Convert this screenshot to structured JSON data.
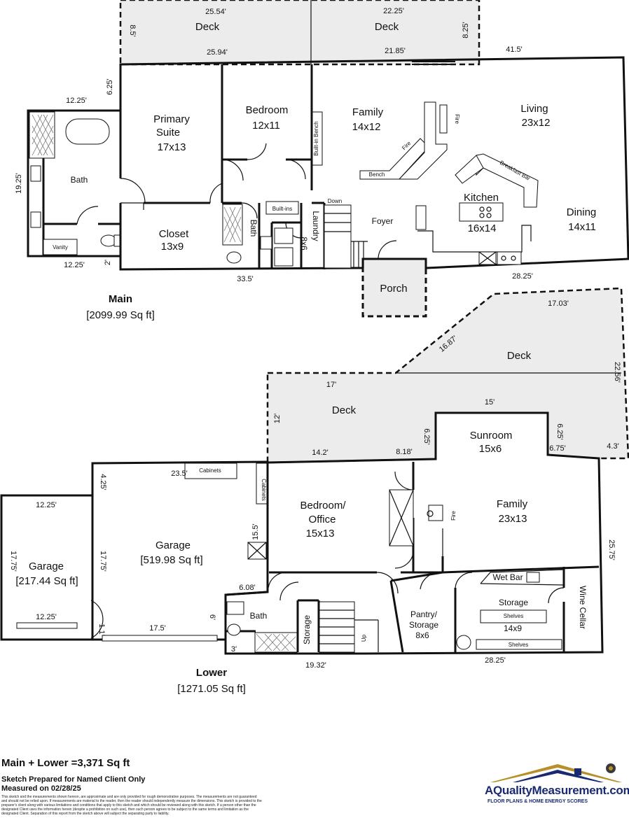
{
  "main": {
    "title": "Main",
    "area": "[2099.99 Sq ft]",
    "rooms": {
      "primary_suite": [
        "Primary",
        "Suite",
        "17x13"
      ],
      "bedroom": [
        "Bedroom",
        "12x11"
      ],
      "family": [
        "Family",
        "14x12"
      ],
      "living": [
        "Living",
        "23x12"
      ],
      "bath": "Bath",
      "closet": [
        "Closet",
        "13x9"
      ],
      "bath2": "Bath",
      "laundry": [
        "Laundry",
        "8x6"
      ],
      "foyer": "Foyer",
      "kitchen": [
        "Kitchen",
        "16x14"
      ],
      "dining": [
        "Dining",
        "14x11"
      ],
      "porch": "Porch",
      "deck1": "Deck",
      "deck2": "Deck"
    },
    "labels": {
      "builtin_bench": "Built-in Bench",
      "fire": "Fire",
      "fire2": "Fire",
      "bench": "Bench",
      "breakfast_bar": "Breakfast Bar",
      "builtins": "Built-ins",
      "down": "Down",
      "vanity": "Vanity"
    },
    "dims": {
      "d1": "25.54'",
      "d2": "22.25'",
      "d3": "8.5'",
      "d4": "8.25'",
      "d5": "25.94'",
      "d6": "21.85'",
      "d7": "41.5'",
      "d8": "6.25'",
      "d9": "12.25'",
      "d10": "19.25'",
      "d11": "12.25'",
      "d12": "2'",
      "d13": "33.5'",
      "d14": "28.25'"
    }
  },
  "lower": {
    "title": "Lower",
    "area": "[1271.05 Sq ft]",
    "rooms": {
      "deck_upper": "Deck",
      "deck_lower": "Deck",
      "sunroom": [
        "Sunroom",
        "15x6"
      ],
      "garage_main": [
        "Garage",
        "[519.98 Sq ft]"
      ],
      "garage_side": [
        "Garage",
        "[217.44 Sq ft]"
      ],
      "bedroom_office": [
        "Bedroom/",
        "Office",
        "15x13"
      ],
      "family": [
        "Family",
        "23x13"
      ],
      "bath": "Bath",
      "storage_small": "Storage",
      "pantry": [
        "Pantry/",
        "Storage",
        "8x6"
      ],
      "storage": [
        "Storage",
        "14x9"
      ],
      "wet_bar": "Wet Bar",
      "wine_cellar": "Wine Cellar"
    },
    "labels": {
      "cabinets": "Cabinets",
      "cabinets2": "Cabinets",
      "shelves": "Shelves",
      "shelves2": "Shelves",
      "fire": "Fire",
      "up": "Up"
    },
    "dims": {
      "e1": "17.03'",
      "e2": "16.87'",
      "e3": "22.56'",
      "e4": "17'",
      "e5": "15'",
      "e6": "12'",
      "e7": "6.25'",
      "e8": "6.25'",
      "e9": "6.75'",
      "e10": "4.3'",
      "e11": "14.2'",
      "e12": "8.18'",
      "e13": "4.25'",
      "e14": "23.5'",
      "e15": "12.25'",
      "e16": "17.75'",
      "e17": "17.75'",
      "e18": "15.5'",
      "e19": "25.75'",
      "e20": "6.08'",
      "e21": "12.25'",
      "e22": "6'",
      "e23": "1.1'",
      "e24": "17.5'",
      "e25": "3'",
      "e26": "19.32'",
      "e27": "28.25'"
    }
  },
  "footer": {
    "summary": "Main + Lower =3,371 Sq ft",
    "prepared": "Sketch Prepared for Named Client Only",
    "measured": "Measured on 02/28/25",
    "disclaimer": "This sketch and the measurements shown hereon, are approximate and are only provided for rough demonstrative purposes. The measurements are not guaranteed and should not be relied upon. If measurements are material to the reader, then the reader should independently measure the dimensions. This sketch is provided to the preparer's client along with various limitations and conditions that apply to this sketch and which should be reviewed along with this sketch. If a person other than the designated Client uses the information herein (despite a prohibition on such use), then such person agrees to be subject to the same terms and limitation as the designated Client. Separation of this report from the sketch above will subject the separating party to liability.",
    "logo_name": "AQualityMeasurement.com",
    "logo_tag": "FLOOR PLANS & HOME ENERGY SCORES"
  },
  "colors": {
    "deck_fill": "#ececec",
    "wall": "#111111",
    "logo_blue": "#1a2a70",
    "logo_gold": "#b8902a"
  }
}
